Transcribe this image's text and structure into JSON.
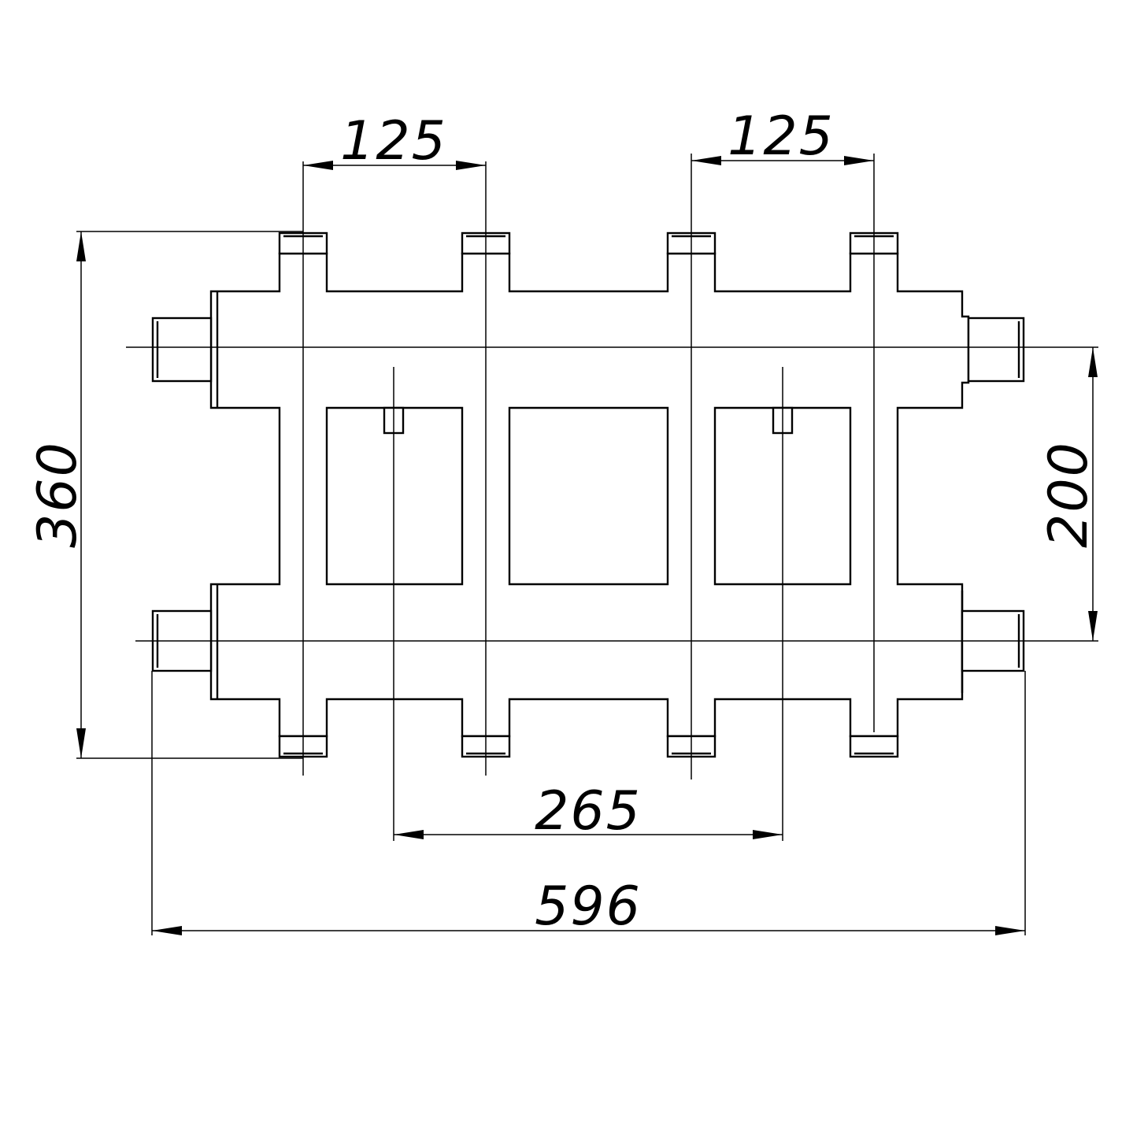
{
  "drawing": {
    "dimensions": {
      "top_left_spacing": "125",
      "top_right_spacing": "125",
      "overall_height": "360",
      "axis_spacing": "200",
      "bottom_inner": "265",
      "overall_width": "596"
    }
  }
}
